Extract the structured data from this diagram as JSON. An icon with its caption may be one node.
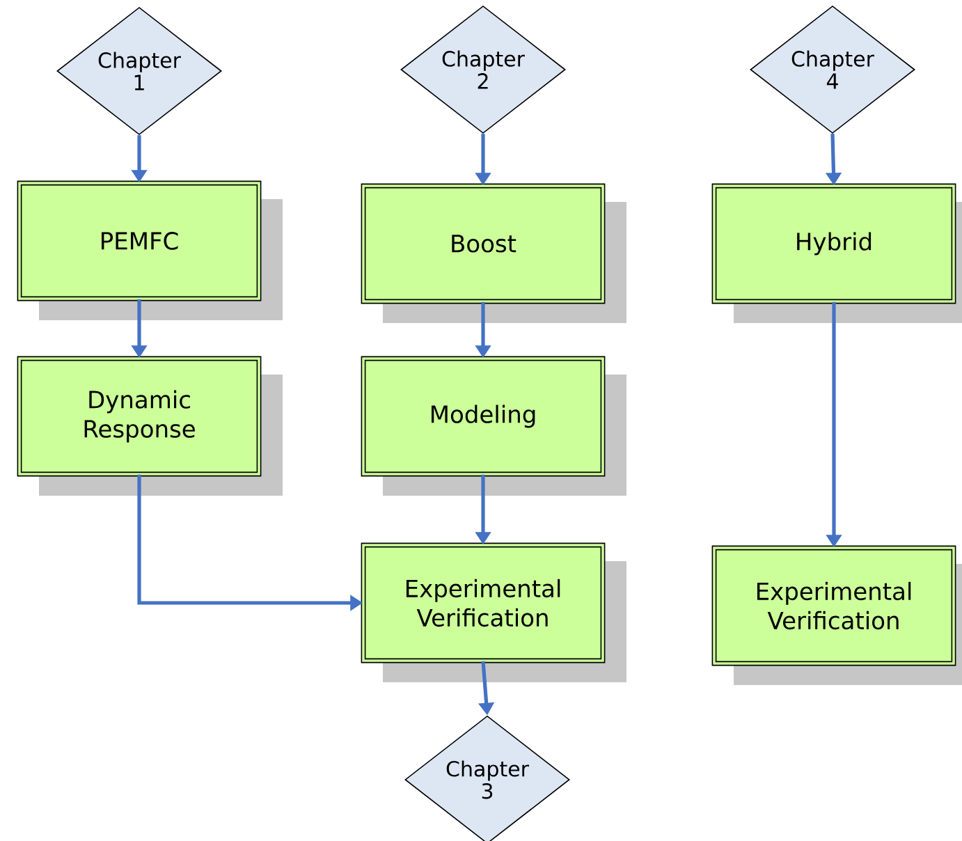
{
  "diagram": {
    "nodes": [
      {
        "text": [
          "Chapter 1"
        ]
      },
      {
        "text": [
          "PEMFC"
        ]
      },
      {
        "text": [
          "Dynamic Response"
        ]
      },
      {
        "text": [
          "Chapter 2"
        ]
      },
      {
        "text": [
          "Boost"
        ]
      },
      {
        "text": [
          "Modeling"
        ]
      },
      {
        "text": [
          "Experimental Verification"
        ]
      },
      {
        "text": [
          "Chapter 3"
        ]
      },
      {
        "text": [
          "Chapter 4"
        ]
      },
      {
        "text": [
          "Hybrid"
        ]
      },
      {
        "text": [
          "Experimental Verification"
        ]
      }
    ],
    "edges": [
      {
        "from": 0,
        "to": 1,
        "arrow": "to"
      },
      {
        "from": 1,
        "to": 2,
        "arrow": "to"
      },
      {
        "from": 2,
        "to": 6,
        "arrow": "to"
      },
      {
        "from": 3,
        "to": 4,
        "arrow": "to"
      },
      {
        "from": 4,
        "to": 5,
        "arrow": "to"
      },
      {
        "from": 5,
        "to": 6,
        "arrow": "to"
      },
      {
        "from": 6,
        "to": 7,
        "arrow": "to"
      },
      {
        "from": 8,
        "to": 9,
        "arrow": "to"
      },
      {
        "from": 9,
        "to": 10,
        "arrow": "to"
      }
    ]
  }
}
